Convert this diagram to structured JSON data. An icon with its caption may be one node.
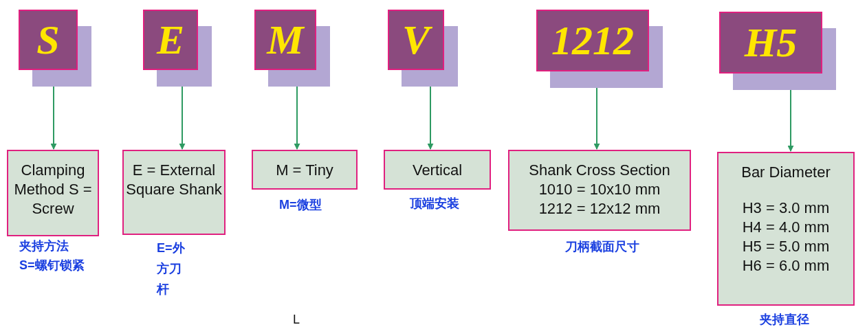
{
  "diagram": {
    "nodes": [
      {
        "text": [
          "S"
        ]
      },
      {
        "text": [
          "E"
        ]
      },
      {
        "text": [
          "M"
        ]
      },
      {
        "text": [
          "V"
        ]
      },
      {
        "text": [
          "1212"
        ]
      },
      {
        "text": [
          "H5"
        ]
      },
      {
        "text": [
          "Clamping Method S = Screw"
        ],
        "beside": [
          "夹持方法",
          "S=螺钉锁紧"
        ]
      },
      {
        "text": [
          "E = External Square Shank"
        ],
        "beside": [
          "E=外方刀杆"
        ]
      },
      {
        "text": [
          "M = Tiny"
        ],
        "beside": [
          "M=微型"
        ]
      },
      {
        "text": [
          "Vertical"
        ],
        "beside": [
          "顶端安装"
        ]
      },
      {
        "text": [
          "Shank Cross Section",
          "1010 = 10x10 mm",
          "1212 = 12x12 mm"
        ],
        "beside": [
          "刀柄截面尺寸"
        ]
      },
      {
        "text": [
          "Bar Diameter",
          "H3 = 3.0 mm",
          "H4 = 4.0 mm",
          "H5 = 5.0 mm",
          "H6 = 6.0 mm"
        ],
        "beside": [
          "夹持直径"
        ]
      }
    ],
    "edges": [
      {
        "from": 0,
        "to": 6,
        "arrow": "to"
      },
      {
        "from": 1,
        "to": 7,
        "arrow": "to"
      },
      {
        "from": 2,
        "to": 8,
        "arrow": "to"
      },
      {
        "from": 3,
        "to": 9,
        "arrow": "to"
      },
      {
        "from": 4,
        "to": 10,
        "arrow": "to"
      },
      {
        "from": 5,
        "to": 11,
        "arrow": "to"
      }
    ],
    "labels": [
      "L"
    ]
  }
}
